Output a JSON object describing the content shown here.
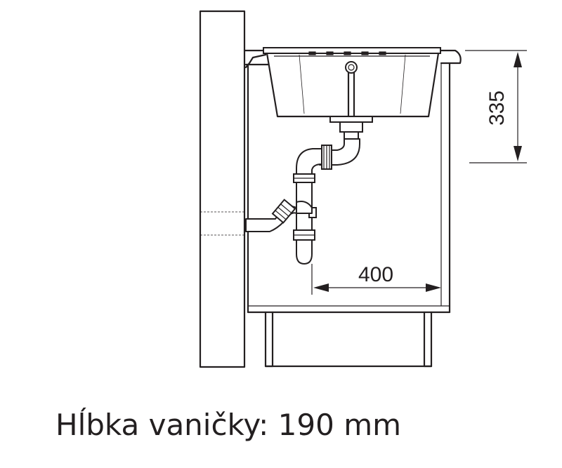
{
  "dimensions": {
    "height_label": "335",
    "width_label": "400"
  },
  "caption": "Hĺbka vaničky: 190 mm",
  "colors": {
    "stroke": "#231f20",
    "background": "#ffffff"
  }
}
